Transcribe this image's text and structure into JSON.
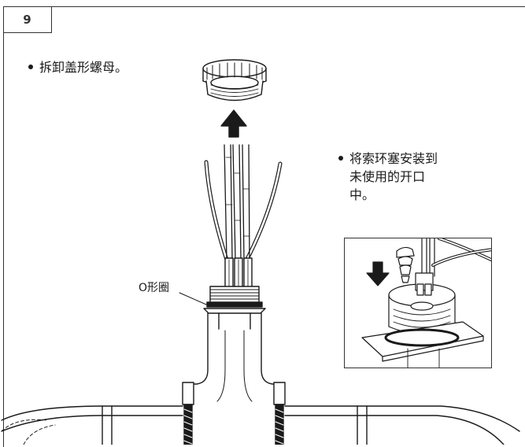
{
  "step": {
    "number": "9"
  },
  "instructions": {
    "remove_cap_nut": "拆卸盖形螺母。",
    "install_plug_lines": [
      "将索环塞安装到",
      "未使用的开口",
      "中。"
    ]
  },
  "labels": {
    "o_ring": "O形圈"
  }
}
